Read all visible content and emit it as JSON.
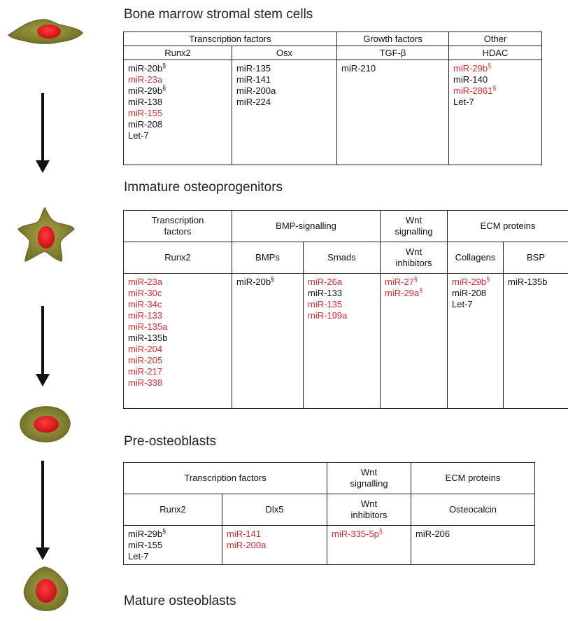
{
  "stages": [
    {
      "title": "Bone marrow stromal stem cells",
      "header_groups": [
        "Transcription factors",
        "Growth factors",
        "Other"
      ],
      "columns": [
        "Runx2",
        "Osx",
        "TGF-β",
        "HDAC"
      ],
      "lists": [
        [
          {
            "text": "miR-20b",
            "red": false,
            "dagger": true
          },
          {
            "text": "miR-23a",
            "red": true,
            "dagger": false
          },
          {
            "text": "miR-29b",
            "red": false,
            "dagger": true
          },
          {
            "text": "miR-138",
            "red": false,
            "dagger": false
          },
          {
            "text": "miR-155",
            "red": true,
            "dagger": false
          },
          {
            "text": "miR-208",
            "red": false,
            "dagger": false
          },
          {
            "text": "Let-7",
            "red": false,
            "dagger": false
          }
        ],
        [
          {
            "text": "miR-135",
            "red": false,
            "dagger": false
          },
          {
            "text": "miR-141",
            "red": false,
            "dagger": false
          },
          {
            "text": "miR-200a",
            "red": false,
            "dagger": false
          },
          {
            "text": "miR-224",
            "red": false,
            "dagger": false
          }
        ],
        [
          {
            "text": "miR-210",
            "red": false,
            "dagger": false
          }
        ],
        [
          {
            "text": "miR-29b",
            "red": true,
            "dagger": true
          },
          {
            "text": "miR-140",
            "red": false,
            "dagger": false
          },
          {
            "text": "miR-2861",
            "red": true,
            "dagger": true
          },
          {
            "text": "Let-7",
            "red": false,
            "dagger": false
          }
        ]
      ]
    },
    {
      "title": "Immature osteoprogenitors",
      "header_groups": [
        "Transcription\nfactors",
        "BMP-signalling",
        "Wnt\nsignalling",
        "ECM proteins"
      ],
      "columns": [
        "Runx2",
        "BMPs",
        "Smads",
        "Wnt\ninhibitors",
        "Collagens",
        "BSP"
      ],
      "lists": [
        [
          {
            "text": "miR-23a",
            "red": true,
            "dagger": false
          },
          {
            "text": "miR-30c",
            "red": true,
            "dagger": false
          },
          {
            "text": "miR-34c",
            "red": true,
            "dagger": false
          },
          {
            "text": "miR-133",
            "red": true,
            "dagger": false
          },
          {
            "text": "miR-135a",
            "red": true,
            "dagger": false
          },
          {
            "text": "miR-135b",
            "red": false,
            "dagger": false
          },
          {
            "text": "miR-204",
            "red": true,
            "dagger": false
          },
          {
            "text": "miR-205",
            "red": true,
            "dagger": false
          },
          {
            "text": "miR-217",
            "red": true,
            "dagger": false
          },
          {
            "text": "miR-338",
            "red": true,
            "dagger": false
          }
        ],
        [
          {
            "text": "miR-20b",
            "red": false,
            "dagger": true
          }
        ],
        [
          {
            "text": "miR-26a",
            "red": true,
            "dagger": false
          },
          {
            "text": "miR-133",
            "red": false,
            "dagger": false
          },
          {
            "text": "miR-135",
            "red": true,
            "dagger": false
          },
          {
            "text": "miR-199a",
            "red": true,
            "dagger": false
          }
        ],
        [
          {
            "text": "miR-27",
            "red": true,
            "dagger": true
          },
          {
            "text": "miR-29a",
            "red": true,
            "dagger": true
          }
        ],
        [
          {
            "text": "miR-29b",
            "red": true,
            "dagger": true
          },
          {
            "text": "miR-208",
            "red": false,
            "dagger": false
          },
          {
            "text": "Let-7",
            "red": false,
            "dagger": false
          }
        ],
        [
          {
            "text": "miR-135b",
            "red": false,
            "dagger": false
          }
        ]
      ]
    },
    {
      "title": "Pre-osteoblasts",
      "header_groups": [
        "Transcription factors",
        "Wnt\nsignalling",
        "ECM proteins"
      ],
      "columns": [
        "Runx2",
        "Dlx5",
        "Wnt\ninhibitors",
        "Osteocalcin"
      ],
      "lists": [
        [
          {
            "text": "miR-29b",
            "red": false,
            "dagger": true
          },
          {
            "text": "miR-155",
            "red": false,
            "dagger": false
          },
          {
            "text": "Let-7",
            "red": false,
            "dagger": false
          }
        ],
        [
          {
            "text": "miR-141",
            "red": true,
            "dagger": false
          },
          {
            "text": "miR-200a",
            "red": true,
            "dagger": false
          }
        ],
        [
          {
            "text": "miR-335-5p",
            "red": true,
            "dagger": true
          }
        ],
        [
          {
            "text": "miR-206",
            "red": false,
            "dagger": false
          }
        ]
      ]
    },
    {
      "title": "Mature osteoblasts"
    }
  ],
  "dagger_symbol": "§",
  "colors": {
    "red_text": "#e02a2f",
    "cell_body": "#8c8b3a",
    "nucleus": "#d91e24"
  }
}
